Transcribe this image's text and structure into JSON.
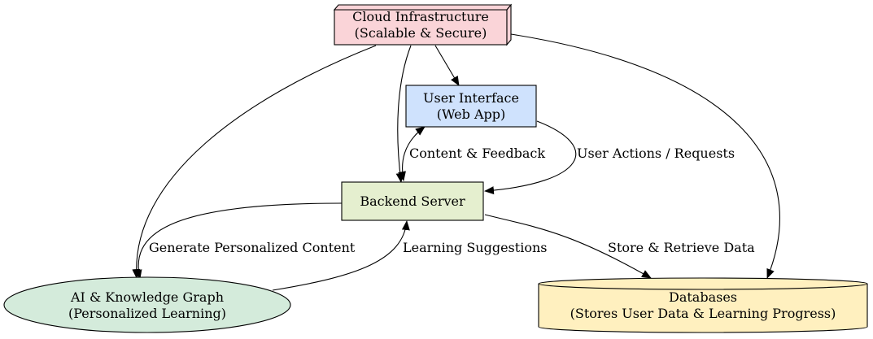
{
  "colors": {
    "cloud": "#fad4d8",
    "ui": "#cfe2fd",
    "backend": "#e5efcf",
    "ai": "#d4ebdb",
    "db": "#fff0bf",
    "stroke": "#000000"
  },
  "nodes": {
    "cloud": {
      "line1": "Cloud Infrastructure",
      "line2": "(Scalable & Secure)",
      "icon": "box-3d"
    },
    "ui": {
      "line1": "User Interface",
      "line2": "(Web App)"
    },
    "backend": {
      "line1": "Backend Server"
    },
    "ai": {
      "line1": "AI & Knowledge Graph",
      "line2": "(Personalized Learning)"
    },
    "db": {
      "line1": "Databases",
      "line2": "(Stores User Data & Learning Progress)",
      "icon": "cylinder"
    }
  },
  "edges": {
    "content_feedback": "Content & Feedback",
    "user_actions": "User Actions / Requests",
    "generate_content": "Generate Personalized Content",
    "learning_suggestions": "Learning Suggestions",
    "store_retrieve": "Store & Retrieve Data"
  }
}
